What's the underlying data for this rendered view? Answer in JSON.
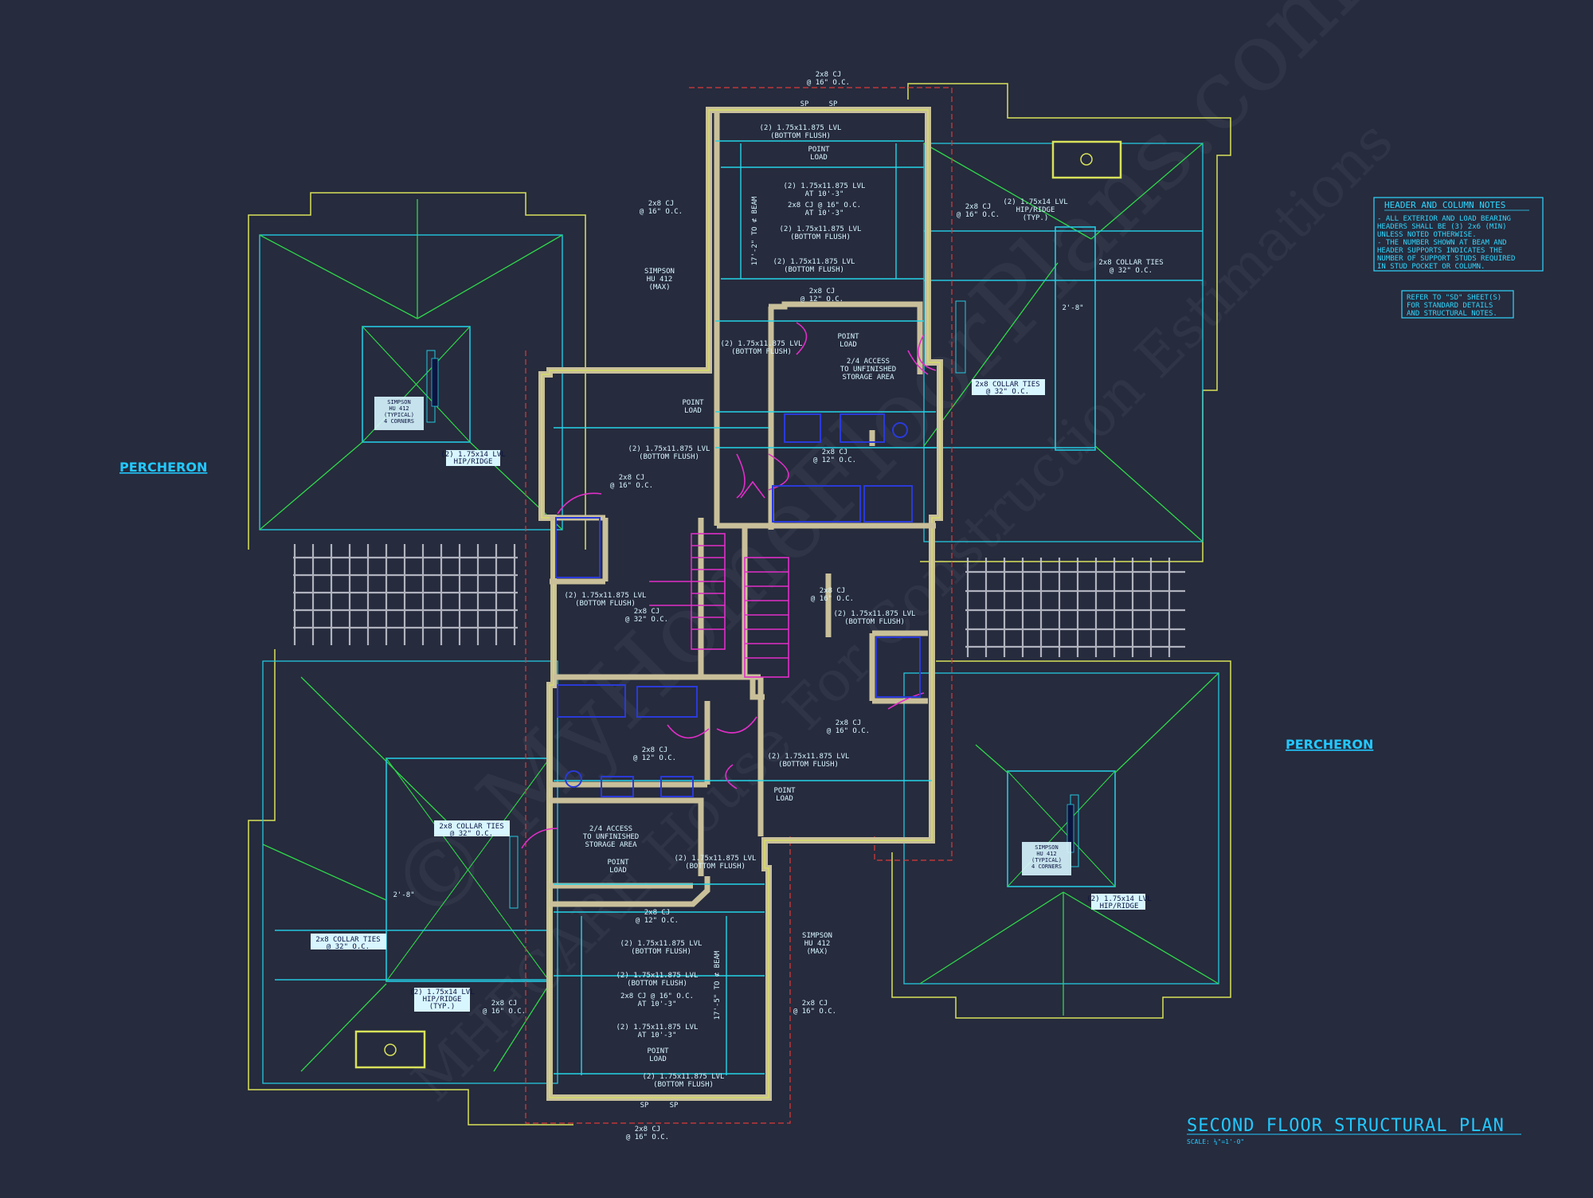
{
  "labels": {
    "percheron_left": "PERCHERON",
    "percheron_right": "PERCHERON"
  },
  "title": {
    "text": "SECOND FLOOR STRUCTURAL PLAN",
    "scale": "SCALE: ¼\"=1'-0\""
  },
  "notes": {
    "heading": "HEADER AND COLUMN NOTES",
    "lines": [
      "- ALL EXTERIOR AND LOAD BEARING",
      "HEADERS SHALL BE (3) 2x6 (MIN)",
      "UNLESS NOTED OTHERWISE.",
      "- THE NUMBER SHOWN AT BEAM AND",
      "HEADER SUPPORTS INDICATES THE",
      "NUMBER OF SUPPORT STUDS REQUIRED",
      "IN STUD POCKET OR COLUMN."
    ],
    "refer_lines": [
      "REFER TO \"SD\" SHEET(S)",
      "FOR STANDARD DETAILS",
      "AND STRUCTURAL NOTES."
    ]
  },
  "watermark": {
    "line1": "© MyHomeFloorPlans.com",
    "line2": "MHFCARE House For Construction Estimations"
  },
  "annotations": {
    "cj_top": [
      "2x8 CJ",
      "@ 16\" O.C."
    ],
    "sp_top": [
      "SP",
      "SP"
    ],
    "lvl_top": [
      "(2) 1.75x11.875 LVL",
      "(BOTTOM FLUSH)"
    ],
    "point_load_1": [
      "POINT",
      "LOAD"
    ],
    "lvl_at_1": [
      "(2) 1.75x11.875 LVL",
      "AT 10'-3\""
    ],
    "cj_at_1": [
      "2x8 CJ @ 16\" O.C.",
      "AT 10'-3\""
    ],
    "lvl_bf_2": [
      "(2) 1.75x11.875 LVL",
      "(BOTTOM FLUSH)"
    ],
    "lvl_bf_3": [
      "(2) 1.75x11.875 LVL",
      "(BOTTOM FLUSH)"
    ],
    "cj_left_top": [
      "2x8 CJ",
      "@ 16\" O.C."
    ],
    "cj_right_top": [
      "2x8 CJ",
      "@ 16\" O.C."
    ],
    "beam_top": "17'-2\" TO ⊄ BEAM",
    "simpson_top": [
      "SIMPSON",
      "HU 412",
      "(MAX)"
    ],
    "cj_12_1": [
      "2x8 CJ",
      "@ 12\" O.C."
    ],
    "hip_top_right": [
      "(2) 1.75x14 LVL",
      "HIP/RIDGE",
      "(TYP.)"
    ],
    "collar_top_right": [
      "2x8 COLLAR TIES",
      "@ 32\" O.C."
    ],
    "dim_top_right": "2'-8\"",
    "collar_boxed_right": [
      "2x8 COLLAR TIES",
      "@ 32\" O.C."
    ],
    "lvl_bf_4": [
      "(2) 1.75x11.875 LVL",
      "(BOTTOM FLUSH)"
    ],
    "point_load_2": [
      "POINT",
      "LOAD"
    ],
    "access_top": [
      "2/4 ACCESS",
      "TO UNFINISHED",
      "STORAGE AREA"
    ],
    "point_load_3": [
      "POINT",
      "LOAD"
    ],
    "lvl_bf_5": [
      "(2) 1.75x11.875 LVL",
      "(BOTTOM FLUSH)"
    ],
    "cj_12_2": [
      "2x8 CJ",
      "@ 12\" O.C."
    ],
    "cj_16_mid": [
      "2x8 CJ",
      "@ 16\" O.C."
    ],
    "hip_left": [
      "(2) 1.75x14 LVL",
      "HIP/RIDGE"
    ],
    "simpson_left": [
      "SIMPSON",
      "HU 412",
      "(TYPICAL)",
      "4 CORNERS"
    ],
    "lvl_bf_6": [
      "(2) 1.75x11.875 LVL",
      "(BOTTOM FLUSH)"
    ],
    "cj_32_mid": [
      "2x8 CJ",
      "@ 32\" O.C."
    ],
    "cj_16_stair": [
      "2x8 CJ",
      "@ 16\" O.C."
    ],
    "lvl_bf_7": [
      "(2) 1.75x11.875 LVL",
      "(BOTTOM FLUSH)"
    ],
    "cj_16_lower": [
      "2x8 CJ",
      "@ 16\" O.C."
    ],
    "cj_12_lower": [
      "2x8 CJ",
      "@ 12\" O.C."
    ],
    "lvl_bf_8": [
      "(2) 1.75x11.875 LVL",
      "(BOTTOM FLUSH)"
    ],
    "point_load_4": [
      "POINT",
      "LOAD"
    ],
    "collar_left": [
      "2x8 COLLAR TIES",
      "@ 32\" O.C."
    ],
    "dim_left": "2'-8\"",
    "access_bottom": [
      "2/4 ACCESS",
      "TO UNFINISHED",
      "STORAGE AREA"
    ],
    "point_load_5": [
      "POINT",
      "LOAD"
    ],
    "lvl_bf_9": [
      "(2) 1.75x11.875 LVL",
      "(BOTTOM FLUSH)"
    ],
    "collar_lower_left": [
      "2x8 COLLAR TIES",
      "@ 32\" O.C."
    ],
    "cj_12_bottom": [
      "2x8 CJ",
      "@ 12\" O.C."
    ],
    "lvl_bf_10": [
      "(2) 1.75x11.875 LVL",
      "(BOTTOM FLUSH)"
    ],
    "simpson_bottom": [
      "SIMPSON",
      "HU 412",
      "(MAX)"
    ],
    "lvl_bf_11": [
      "(2) 1.75x11.875 LVL",
      "(BOTTOM FLUSH)"
    ],
    "cj_at_2": [
      "2x8 CJ @ 16\" O.C.",
      "AT 10'-3\""
    ],
    "cj_left_bottom": [
      "2x8 CJ",
      "@ 16\" O.C."
    ],
    "cj_right_bottom": [
      "2x8 CJ",
      "@ 16\" O.C."
    ],
    "beam_bottom": "17'-5\" TO ⊄ BEAM",
    "hip_lower_left": [
      "(2) 1.75x14 LVL",
      "HIP/RIDGE",
      "(TYP.)"
    ],
    "lvl_at_2": [
      "(2) 1.75x11.875 LVL",
      "AT 10'-3\""
    ],
    "point_load_6": [
      "POINT",
      "LOAD"
    ],
    "lvl_bf_12": [
      "(2) 1.75x11.875 LVL",
      "(BOTTOM FLUSH)"
    ],
    "sp_bottom": [
      "SP",
      "SP"
    ],
    "cj_bottom": [
      "2x8 CJ",
      "@ 16\" O.C."
    ],
    "hip_right": [
      "(2) 1.75x14 LVL",
      "HIP/RIDGE"
    ],
    "simpson_right": [
      "SIMPSON",
      "HU 412",
      "(TYPICAL)",
      "4 CORNERS"
    ]
  }
}
